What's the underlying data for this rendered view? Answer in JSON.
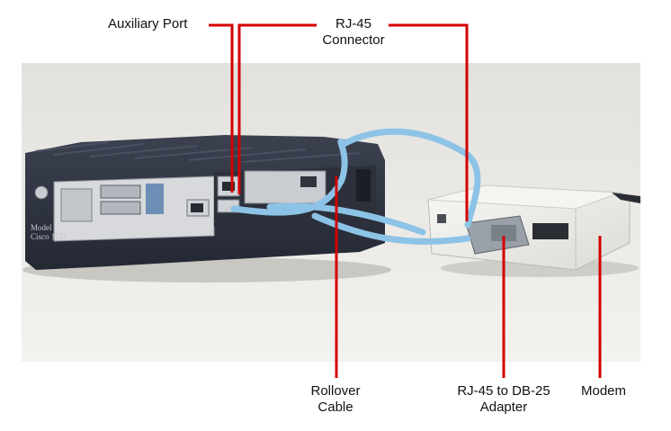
{
  "labels": {
    "auxiliary_port": "Auxiliary Port",
    "rj45_line1": "RJ-45",
    "rj45_line2": "Connector",
    "rollover_line1": "Rollover",
    "rollover_line2": "Cable",
    "adapter_line1": "RJ-45 to DB-25",
    "adapter_line2": "Adapter",
    "modem": "Modem"
  },
  "router_model_line1": "Model",
  "router_model_line2": "Cisco 1721",
  "colors": {
    "callout_line": "#d40000",
    "photo_background": "#ebe9e4",
    "router_body": "#2e3440",
    "cable": "#8cc3e6",
    "modem_body": "#eeeeea"
  }
}
